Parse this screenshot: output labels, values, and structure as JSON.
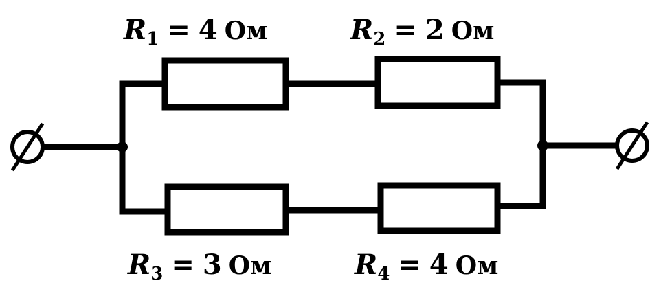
{
  "resistors": [
    {
      "symbol": "R",
      "index": "1",
      "equals": "=",
      "value": "4",
      "unit": "Ом"
    },
    {
      "symbol": "R",
      "index": "2",
      "equals": "=",
      "value": "2",
      "unit": "Ом"
    },
    {
      "symbol": "R",
      "index": "3",
      "equals": "=",
      "value": "3",
      "unit": "Ом"
    },
    {
      "symbol": "R",
      "index": "4",
      "equals": "=",
      "value": "4",
      "unit": "Ом"
    }
  ]
}
